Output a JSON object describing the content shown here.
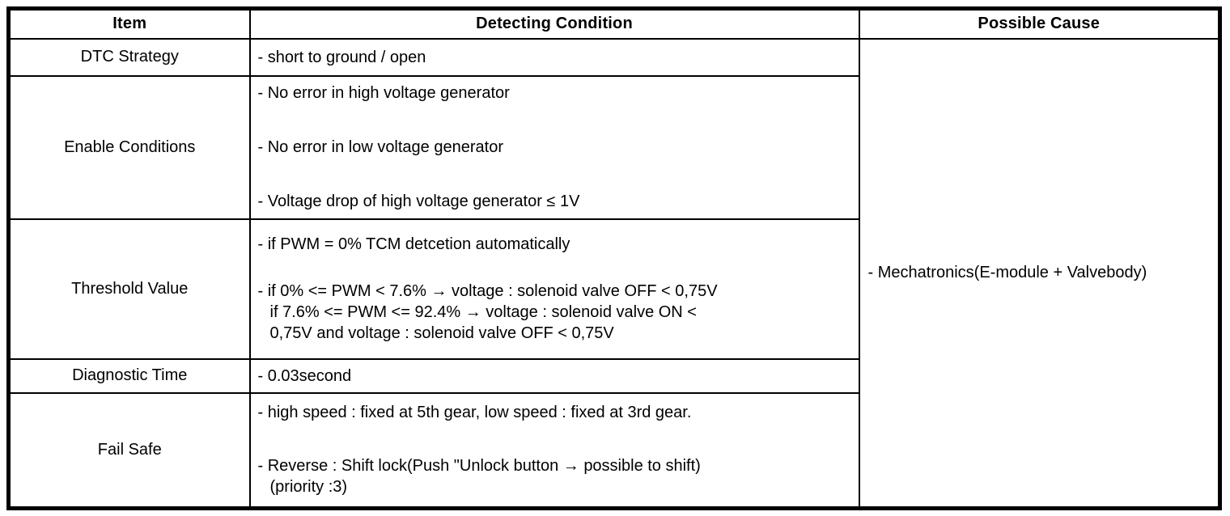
{
  "table": {
    "headers": [
      "Item",
      "Detecting Condition",
      "Possible Cause"
    ],
    "rows": [
      {
        "item": "DTC Strategy",
        "lines": [
          "- short to ground / open"
        ]
      },
      {
        "item": "Enable Conditions",
        "lines": [
          "- No error in high voltage generator",
          "- No error in low voltage generator",
          "- Voltage drop of high voltage generator ≤ 1V"
        ]
      },
      {
        "item": "Threshold Value",
        "lines": [
          "- if PWM = 0% TCM detcetion automatically",
          "- if 0% <= PWM < 7.6% → voltage : solenoid valve OFF < 0,75V",
          "if 7.6% <= PWM <= 92.4% → voltage : solenoid valve ON <",
          "0,75V and voltage : solenoid valve OFF < 0,75V"
        ]
      },
      {
        "item": "Diagnostic Time",
        "lines": [
          "- 0.03second"
        ]
      },
      {
        "item": "Fail Safe",
        "lines": [
          "- high speed : fixed at 5th gear, low speed : fixed at 3rd gear.",
          "- Reverse : Shift lock(Push \"Unlock button → possible to shift)",
          "(priority :3)"
        ]
      }
    ],
    "possible_cause": "- Mechatronics(E-module + Valvebody)"
  }
}
